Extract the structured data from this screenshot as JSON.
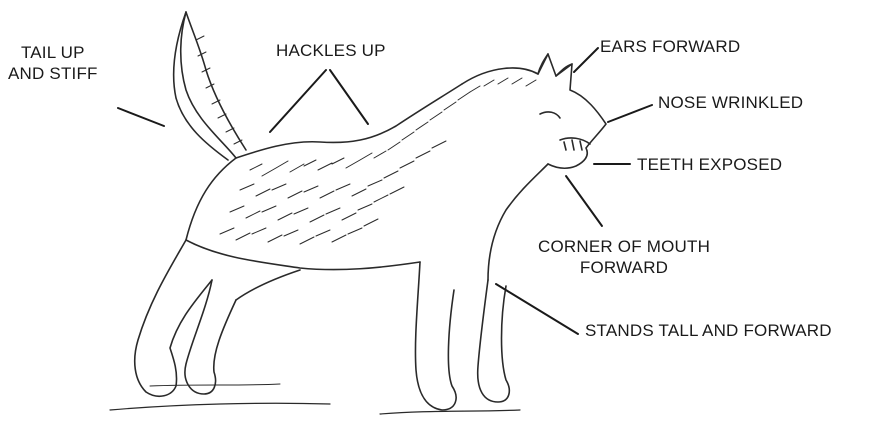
{
  "labels": {
    "tail_line1": "TAIL UP",
    "tail_line2": "AND STIFF",
    "hackles": "HACKLES UP",
    "ears": "EARS FORWARD",
    "nose": "NOSE WRINKLED",
    "teeth": "TEETH EXPOSED",
    "mouth_line1": "CORNER OF MOUTH",
    "mouth_line2": "FORWARD",
    "stance": "STANDS TALL AND FORWARD"
  },
  "colors": {
    "ink": "#1a1a1a",
    "fur": "#2b2b2b",
    "background": "#ffffff"
  }
}
